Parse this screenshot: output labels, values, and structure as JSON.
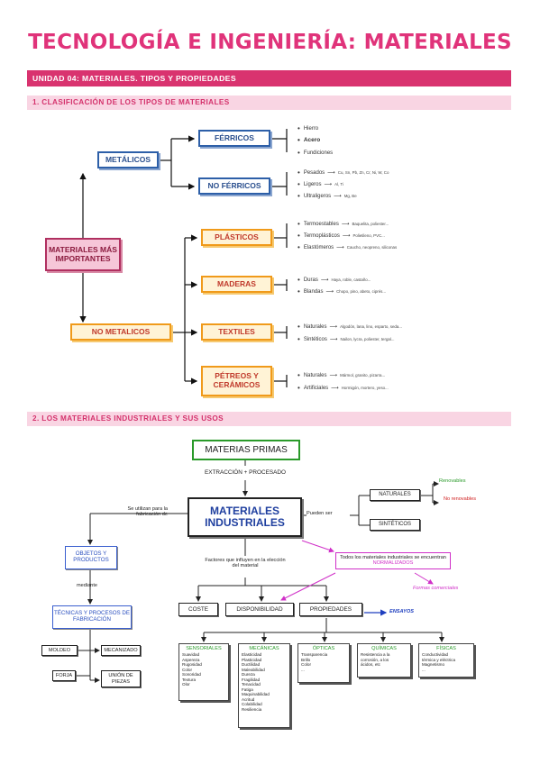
{
  "title": "TECNOLOGÍA E INGENIERÍA: MATERIALES",
  "unit": "UNIDAD 04: MATERIALES. TIPOS Y PROPIEDADES",
  "section1": "1. CLASIFICACIÓN DE LOS TIPOS DE MATERIALES",
  "section2": "2. LOS MATERIALES INDUSTRIALES Y SUS USOS",
  "diagram1": {
    "center": "MATERIALES MÁS IMPORTANTES",
    "metalicos": "METÁLICOS",
    "no_metalicos": "NO METALICOS",
    "ferricos": "FÉRRICOS",
    "no_ferricos": "NO FÉRRICOS",
    "plasticos": "PLÁSTICOS",
    "maderas": "MADERAS",
    "textiles": "TEXTILES",
    "petreos": "PÉTREOS Y CERÁMICOS",
    "ferricos_items": [
      "Hierro",
      "Acero",
      "Fundiciones"
    ],
    "no_ferricos_items": [
      {
        "label": "Pesados",
        "detail": "Cu, Sn, Pb, Zn, Cr, Ni, W, Co"
      },
      {
        "label": "Ligeros",
        "detail": "Al, Ti"
      },
      {
        "label": "Ultraligeros",
        "detail": "Mg, Be"
      }
    ],
    "plasticos_items": [
      {
        "label": "Termoestables",
        "detail": "Baquelita, poliester..."
      },
      {
        "label": "Termoplásticos",
        "detail": "Polietileno, PVC..."
      },
      {
        "label": "Elastómeros",
        "detail": "Caucho, neopreno, siliconas"
      }
    ],
    "maderas_items": [
      {
        "label": "Duras",
        "detail": "Haya, roble, castaño..."
      },
      {
        "label": "Blandas",
        "detail": "Chopo, pino, abeto, ciprés..."
      }
    ],
    "textiles_items": [
      {
        "label": "Naturales",
        "detail": "Algodón, lana, lino, esparto, seda..."
      },
      {
        "label": "Sintéticos",
        "detail": "Nailon, lycra, poliester, tergal..."
      }
    ],
    "petreos_items": [
      {
        "label": "Naturales",
        "detail": "Mármol, granito, pizarra..."
      },
      {
        "label": "Artificiales",
        "detail": "Hormigón, mortero, yeso..."
      }
    ]
  },
  "diagram2": {
    "materias_primas": "MATERIAS PRIMAS",
    "extraccion": "EXTRACCIÓN + PROCESADO",
    "materiales_industriales": "MATERIALES INDUSTRIALES",
    "pueden_ser": "Pueden ser",
    "naturales": "NATURALES",
    "sinteticos": "SINTÉTICOS",
    "renovables": "Renovables",
    "no_renovables": "No renovables",
    "se_utilizan": "Se utilizan para la fabricación de",
    "objetos": "OBJETOS Y PRODUCTOS",
    "mediante": "mediante",
    "tecnicas": "TÉCNICAS Y PROCESOS DE FABRICACIÓN",
    "moldeo": "MOLDEO",
    "mecanizado": "MECANIZADO",
    "forja": "FORJA",
    "union": "UNIÓN DE PIEZAS",
    "factores": "Factores que influyen en la elección del material",
    "normalizados_pre": "Todos los materiales industriales se encuentran",
    "normalizados_word": "NORMALIZADOS",
    "formas": "Formas comerciales",
    "coste": "COSTE",
    "disponibilidad": "DISPONIBILIDAD",
    "propiedades": "PROPIEDADES",
    "ensayos": "ENSAYOS",
    "props": [
      {
        "title": "SENSORIALES",
        "items": "Suavidad\nAspereza\nRugosidad\nColor\nSonoridad\nTextura\nOlor"
      },
      {
        "title": "MECÁNICAS",
        "items": "Elasticidad\nPlasticidad\nDuctilidad\nMaleabilidad\nDureza\nFragilidad\nTenacidad\nFatiga\nMaquinabilidad\nAcritud\nColabilidad\nResiliencia"
      },
      {
        "title": "ÓPTICAS",
        "items": "Transparencia\nBrillo\nColor\n..."
      },
      {
        "title": "QUÍMICAS",
        "items": "Resistencia a la\ncorrosión, a los\nácidos, etc"
      },
      {
        "title": "FÍSICAS",
        "items": "Conductividad\ntérmica y eléctrica\nMagnetismo\n..."
      }
    ]
  }
}
